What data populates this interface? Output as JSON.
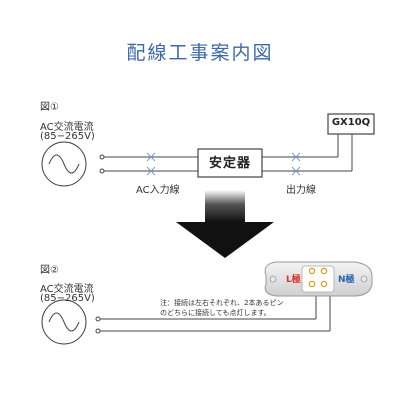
{
  "title": "配線工事案内図",
  "figure1": {
    "label": "図①",
    "source_label": "AC交流電流",
    "source_range": "(85−265V)",
    "stabilizer": "安定器",
    "ac_input_label": "AC入力線",
    "output_label": "出力線",
    "lamp_model": "GX10Q"
  },
  "figure2": {
    "label": "図②",
    "source_label": "AC交流電流",
    "source_range": "(85−265V)",
    "note_line1": "注：接続は左右それぞれ、2本あるピン",
    "note_line2": "のどちらに接続しても点灯します。",
    "l_pole": "L極",
    "n_pole": "N極"
  },
  "colors": {
    "title": "#3d6aa8",
    "line": "#444444",
    "cross": "#7a9cc8",
    "l_pole": "#d9342b",
    "n_pole": "#2f5fb5",
    "arrow_dark": "#1a1a1a"
  }
}
